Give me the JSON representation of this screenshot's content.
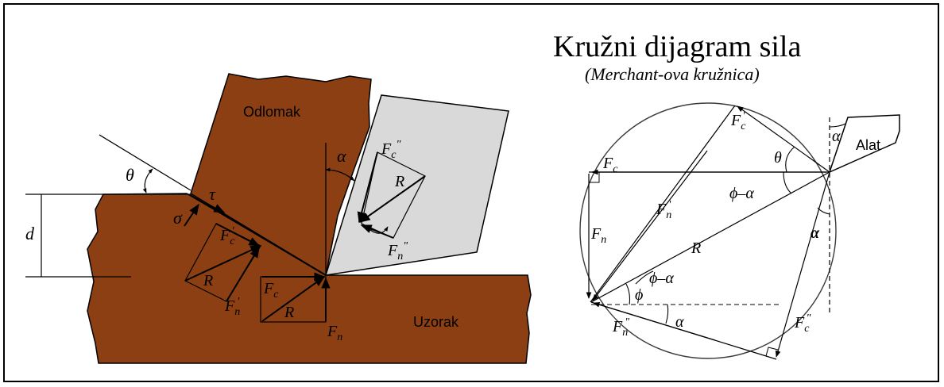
{
  "title": "Kružni dijagram sila",
  "subtitle": "(Merchant-ova kružnica)",
  "colors": {
    "material": "#8B3F12",
    "tool": "#D9D9D9",
    "line": "#000000",
    "circle_line": "#3a3a3a"
  },
  "left_diagram": {
    "chip_label": "Odlomak",
    "workpiece_label": "Uzorak",
    "depth_label": "d",
    "theta": "θ",
    "alpha": "α",
    "sigma": "σ",
    "tau": "τ",
    "r": "R",
    "fc_prime": "F",
    "fc_prime_sub": "c",
    "fc_prime_sup": "'",
    "fn_prime": "F",
    "fn_prime_sub": "n",
    "fn_prime_sup": "'",
    "fc": "F",
    "fc_sub": "c",
    "fn": "F",
    "fn_sub": "n",
    "fc_dprime": "F",
    "fc_dprime_sub": "c",
    "fc_dprime_sup": "\"",
    "fn_dprime": "F",
    "fn_dprime_sub": "n",
    "fn_dprime_sup": "\""
  },
  "right_diagram": {
    "tool_label": "Alat",
    "alpha": "α",
    "theta": "θ",
    "phi": "ϕ",
    "phi_minus_alpha": "ϕ–α",
    "r": "R",
    "fc_prime": "F",
    "fc_prime_sub": "c",
    "fc_prime_sup": "'",
    "fc": "F",
    "fc_sub": "c",
    "fn_prime": "F",
    "fn_prime_sub": "n",
    "fn_prime_sup": "'",
    "fn": "F",
    "fn_sub": "n",
    "fn_dprime": "F",
    "fn_dprime_sub": "n",
    "fn_dprime_sup": "\"",
    "fc_dprime": "F",
    "fc_dprime_sub": "c",
    "fc_dprime_sup": "\""
  }
}
